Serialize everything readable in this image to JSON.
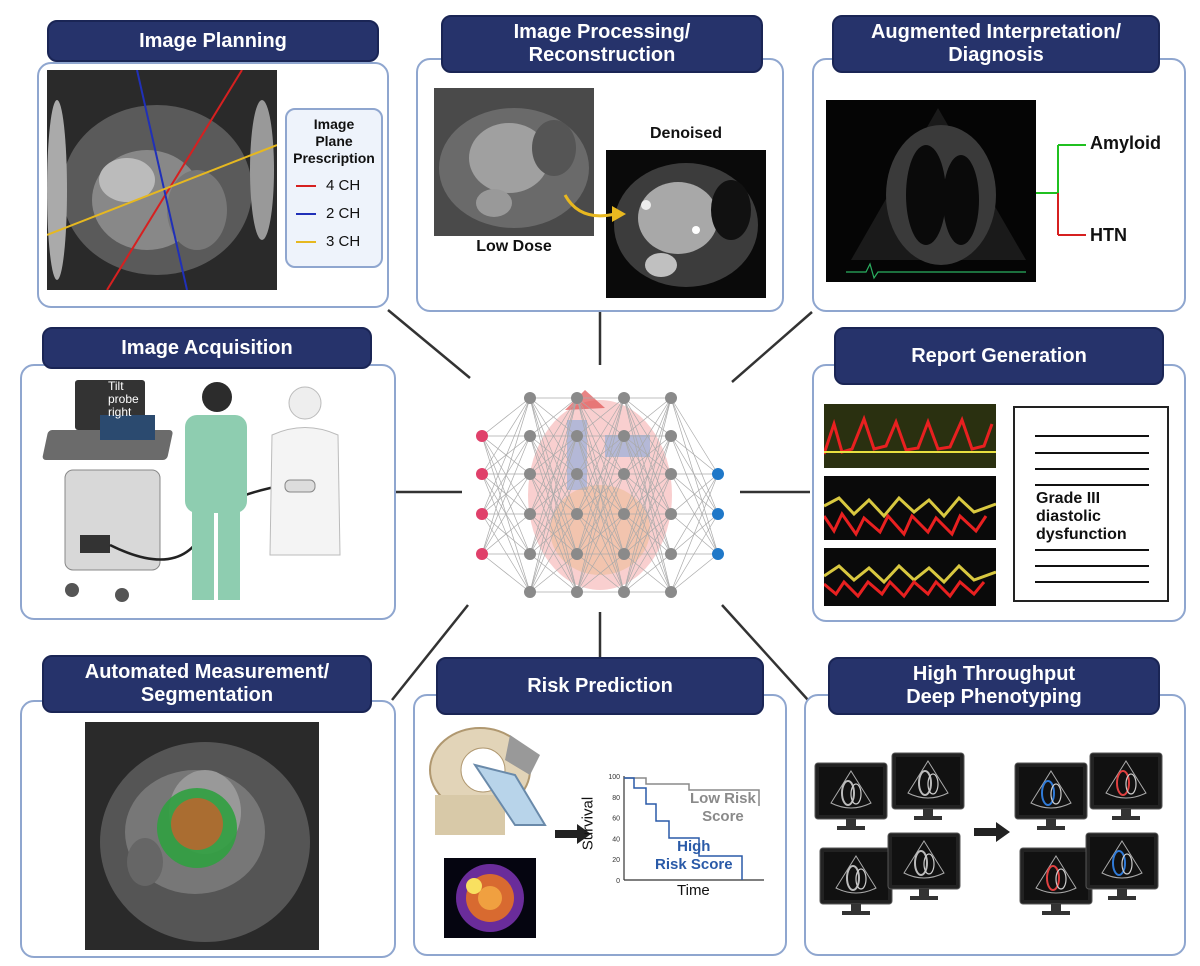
{
  "planning": {
    "title": "Image Planning",
    "legend_title": "Image\nPlane\nPrescription",
    "items": [
      {
        "label": "4 CH",
        "color": "#d62020"
      },
      {
        "label": "2 CH",
        "color": "#2030b8"
      },
      {
        "label": "3 CH",
        "color": "#e6b820"
      }
    ]
  },
  "processing": {
    "title": "Image Processing/\nReconstruction",
    "low_dose": "Low Dose",
    "denoised": "Denoised"
  },
  "interpretation": {
    "title": "Augmented Interpretation/\nDiagnosis",
    "amyloid": "Amyloid",
    "htn": "HTN"
  },
  "acquisition": {
    "title": "Image Acquisition",
    "screen_text": "Tilt\nprobe\nright"
  },
  "report": {
    "title": "Report Generation",
    "finding": "Grade III\ndiastolic\ndysfunction"
  },
  "measurement": {
    "title": "Automated Measurement/\nSegmentation"
  },
  "risk": {
    "title": "Risk Prediction",
    "low_label": "Low Risk\nScore",
    "high_label": "High\nRisk Score",
    "ylabel": "Survival",
    "xlabel": "Time",
    "yticks": [
      "100",
      "80",
      "60",
      "40",
      "20",
      "0"
    ]
  },
  "phenotyping": {
    "title": "High Throughput\nDeep Phenotyping"
  },
  "colors": {
    "header": "#26336b",
    "panel_border": "#8fa6cf",
    "input_node": "#e0406a",
    "output_node": "#1f78c8",
    "hidden_node": "#8a8a8a"
  }
}
